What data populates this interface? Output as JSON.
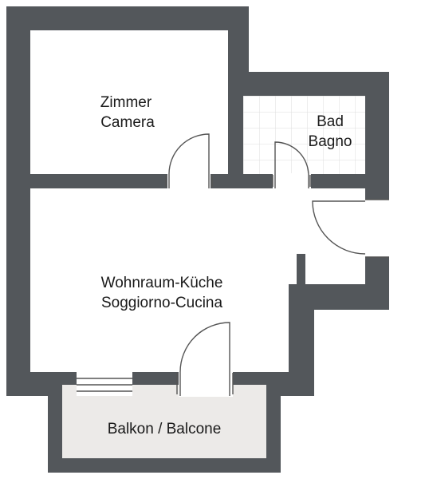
{
  "colors": {
    "wall": "#53575b",
    "floor": "#ffffff",
    "balcony_floor": "#eceae8",
    "tile_line": "#dddddd",
    "door_line": "#555555",
    "label": "#1a1a1a"
  },
  "rooms": {
    "bedroom": {
      "label_de": "Zimmer",
      "label_it": "Camera"
    },
    "bathroom": {
      "label_de": "Bad",
      "label_it": "Bagno"
    },
    "living": {
      "label_de": "Wohnraum-Küche",
      "label_it": "Soggiorno-Cucina"
    },
    "balcony": {
      "label": "Balkon / Balcone"
    }
  }
}
